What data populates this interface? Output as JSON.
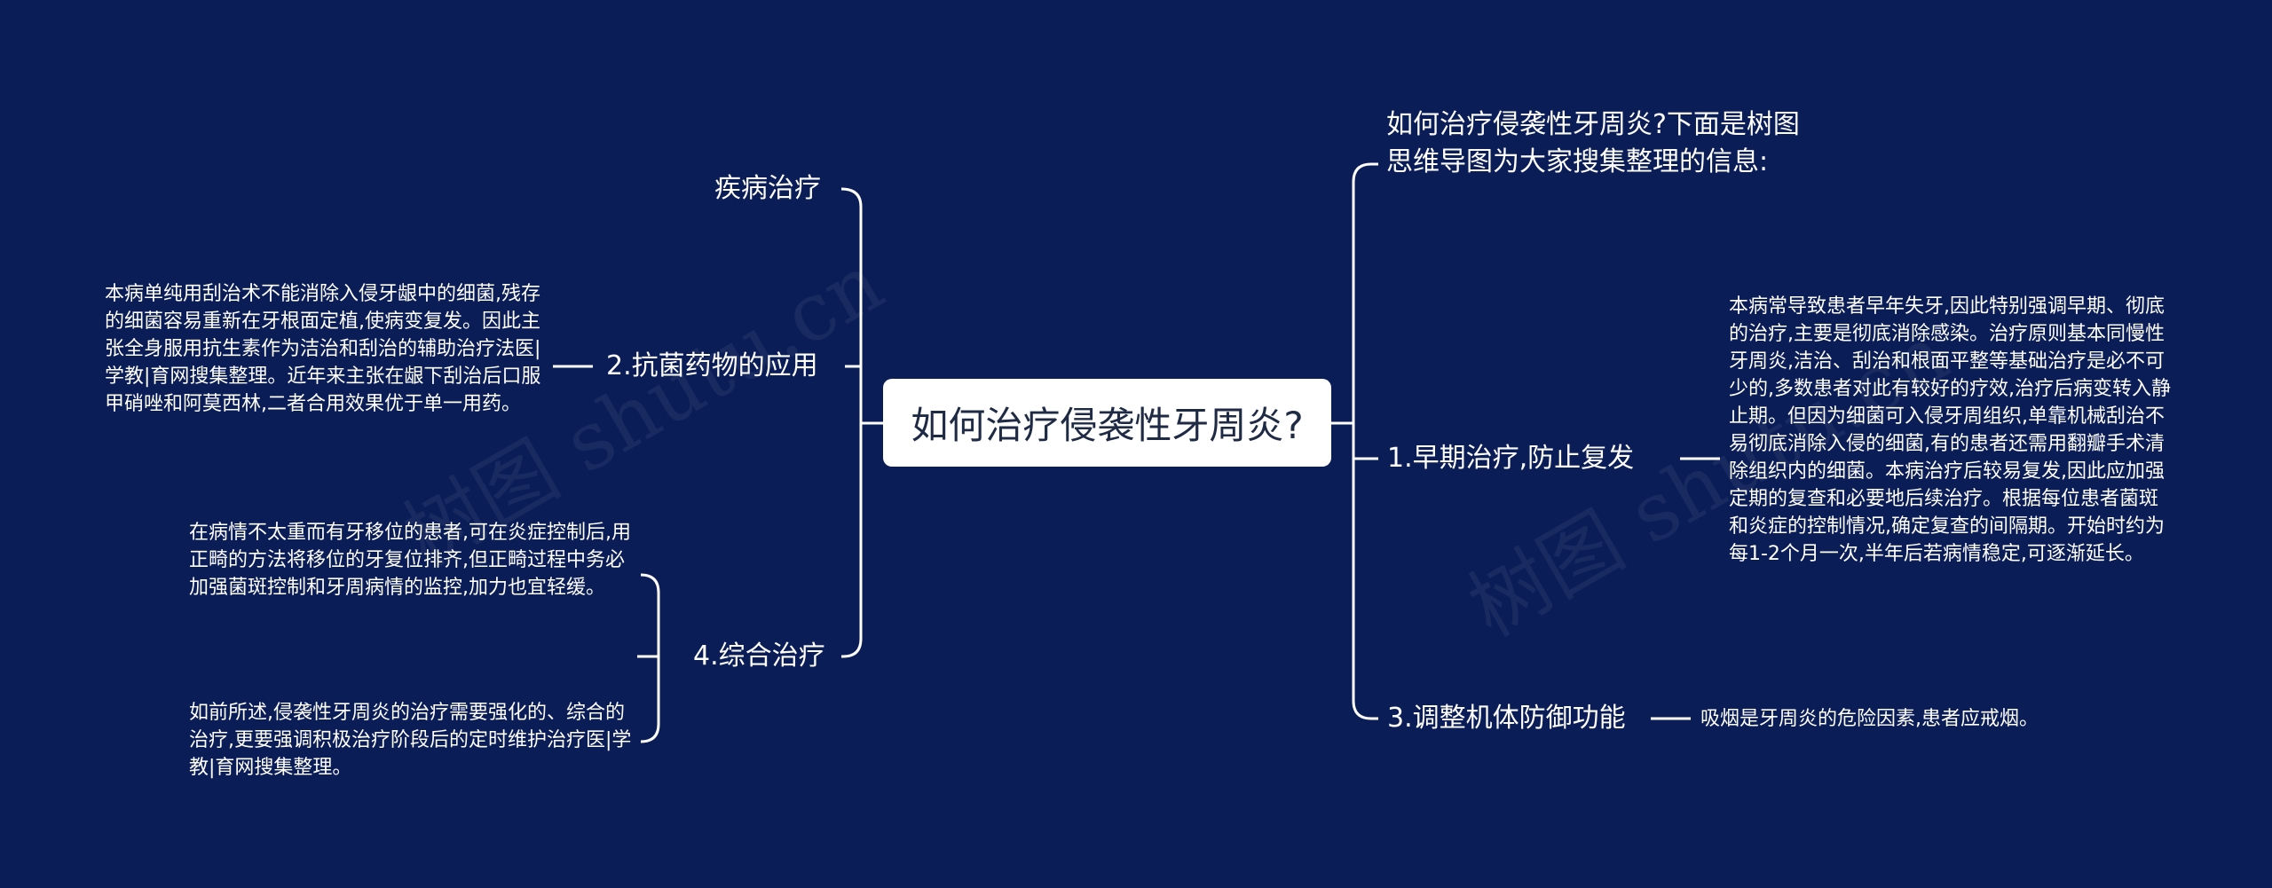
{
  "root": {
    "title": "如何治疗侵袭性牙周炎?"
  },
  "right": {
    "intro": "如何治疗侵袭性牙周炎?下面是树图思维导图为大家搜集整理的信息:",
    "branches": [
      {
        "label": "1.早期治疗,防止复发",
        "detail": "本病常导致患者早年失牙,因此特别强调早期、彻底的治疗,主要是彻底消除感染。治疗原则基本同慢性牙周炎,洁治、刮治和根面平整等基础治疗是必不可少的,多数患者对此有较好的疗效,治疗后病变转入静止期。但因为细菌可入侵牙周组织,单靠机械刮治不易彻底消除入侵的细菌,有的患者还需用翻瓣手术清除组织内的细菌。本病治疗后较易复发,因此应加强定期的复查和必要地后续治疗。根据每位患者菌斑和炎症的控制情况,确定复查的间隔期。开始时约为每1-2个月一次,半年后若病情稳定,可逐渐延长。"
      },
      {
        "label": "3.调整机体防御功能",
        "detail": "吸烟是牙周炎的危险因素,患者应戒烟。"
      }
    ]
  },
  "left": {
    "branches": [
      {
        "label": "疾病治疗"
      },
      {
        "label": "2.抗菌药物的应用",
        "detail": "本病单纯用刮治术不能消除入侵牙龈中的细菌,残存的细菌容易重新在牙根面定植,使病变复发。因此主张全身服用抗生素作为洁治和刮治的辅助治疗法医|学教|育网搜集整理。近年来主张在龈下刮治后口服甲硝唑和阿莫西林,二者合用效果优于单一用药。"
      },
      {
        "label": "4.综合治疗",
        "details": [
          "在病情不太重而有牙移位的患者,可在炎症控制后,用正畸的方法将移位的牙复位排齐,但正畸过程中务必加强菌斑控制和牙周病情的监控,加力也宜轻缓。",
          "如前所述,侵袭性牙周炎的治疗需要强化的、综合的治疗,更要强调积极治疗阶段后的定时维护治疗医|学教|育网搜集整理。"
        ]
      }
    ]
  },
  "watermarks": [
    "树图 shutu.cn",
    "树图 shutu.cn"
  ],
  "colors": {
    "background": "#0b1d57",
    "line": "#ffffff",
    "root_fill": "#ffffff",
    "root_text": "#1f2a44"
  }
}
